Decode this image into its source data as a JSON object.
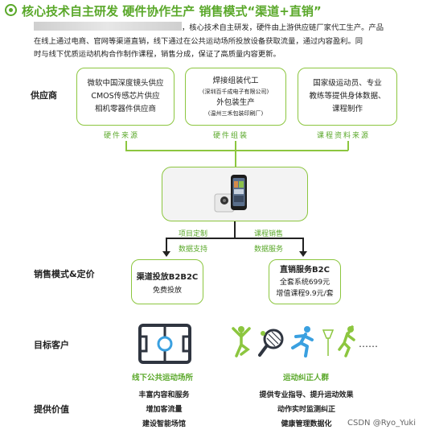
{
  "header": {
    "title": "核心技术自主研发   硬件协作生产   销售模式“渠道+直销”"
  },
  "intro": {
    "text_1": "，核心技术自主研发，硬件由上游供应链厂家代工生产。产品",
    "text_2": "在线上通过电商、官网等渠道直销，线下通过在公共运动场所投放设备获取流量，通过内容盈利。同",
    "text_3": "时与线下优质运动机构合作制作课程，销售分成，保证了高质量内容更新。"
  },
  "rows": {
    "supplier": "供应商",
    "sales_model": "销售模式&定价",
    "target_customer": "目标客户",
    "value": "提供价值"
  },
  "suppliers": [
    {
      "lines": [
        "微软中国深度镜头供应",
        "CMOS传感芯片供应",
        "相机零器件供应商"
      ],
      "caption": "硬件来源"
    },
    {
      "lines": [
        "焊接组装代工",
        "(深圳百千成电子有限公司)",
        "外包装生产",
        "(温州三禾包装印刷厂)"
      ],
      "caption": "硬件组装"
    },
    {
      "lines": [
        "国家级运动员、专业",
        "教练等提供身体数据、",
        "课程制作"
      ],
      "caption": "课程资料来源"
    }
  ],
  "flow_labels": {
    "left_top": "项目定制",
    "left_bottom": "数据支持",
    "right_top": "课程销售",
    "right_bottom": "数据服务"
  },
  "sales": {
    "left": {
      "title": "渠道投放B2B2C",
      "sub": "免费投放"
    },
    "right": {
      "title": "直销服务B2C",
      "sub_1": "全套系统699元",
      "sub_2": "增值课程9.9元/套"
    }
  },
  "targets": {
    "left_label": "线下公共运动场所",
    "right_label": "运动纠正人群",
    "dots": "……"
  },
  "values": {
    "left": [
      "丰富内容和服务",
      "增加客流量",
      "建设智能场馆"
    ],
    "right": [
      "提供专业指导、提升运动效果",
      "动作实时监测纠正",
      "健康管理数据化"
    ]
  },
  "watermark": "CSDN @Ryo_Yuki",
  "colors": {
    "accent": "#8cc63f",
    "accent_dark": "#5aa82a",
    "court": "#2f3540",
    "court_circle": "#3aa0e0"
  },
  "icons": [
    "football-court-icon",
    "yoga-icon",
    "tennis-icon",
    "running-icon",
    "volleyball-icon",
    "badminton-icon"
  ]
}
